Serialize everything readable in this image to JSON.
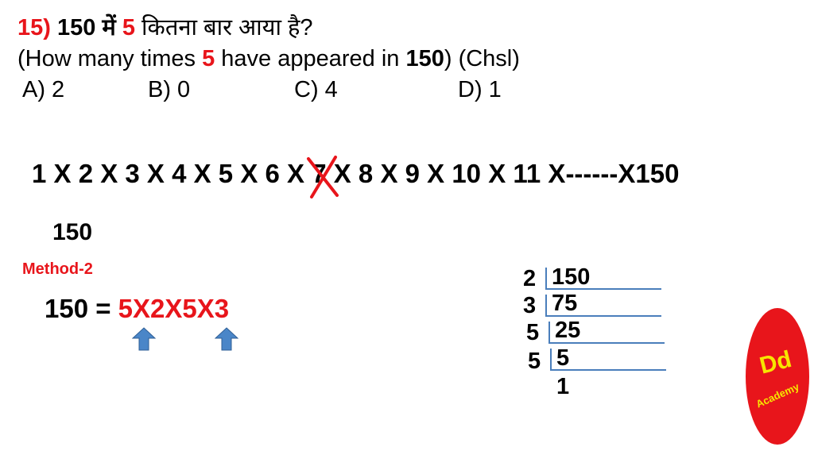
{
  "question": {
    "number": "15)",
    "hindi_part1": "150 में",
    "hindi_five": "5",
    "hindi_part2": "कितना बार आया है?",
    "en_part1": "(How many times",
    "en_five": "5",
    "en_part2": "have appeared in",
    "en_num": "150",
    "en_part3": ") (Chsl)"
  },
  "options": [
    {
      "label": "A) 2"
    },
    {
      "label": "B) 0"
    },
    {
      "label": "C) 4"
    },
    {
      "label": "D) 1"
    }
  ],
  "sequence": {
    "before": "1 X 2 X 3 X 4 X 5 X 6 X ",
    "crossed": "7",
    "after": " X 8 X 9 X 10 X 11 X------X150"
  },
  "number_label": "150",
  "method_label": "Method-2",
  "equation": {
    "lhs": "150 =",
    "rhs": "5X2X5X3"
  },
  "ladder": [
    {
      "divisor": "2",
      "quotient": "150"
    },
    {
      "divisor": "3",
      "quotient": "75"
    },
    {
      "divisor": "5",
      "quotient": "25"
    },
    {
      "divisor": "5",
      "quotient": "5"
    },
    {
      "divisor": "",
      "quotient": "1"
    }
  ],
  "logo": {
    "main": "Dd",
    "sub": "Academy"
  },
  "colors": {
    "accent_red": "#e8151b",
    "arrow_blue": "#4a86c8",
    "ladder_line": "#4a7ebb",
    "logo_yellow": "#f7e600"
  }
}
